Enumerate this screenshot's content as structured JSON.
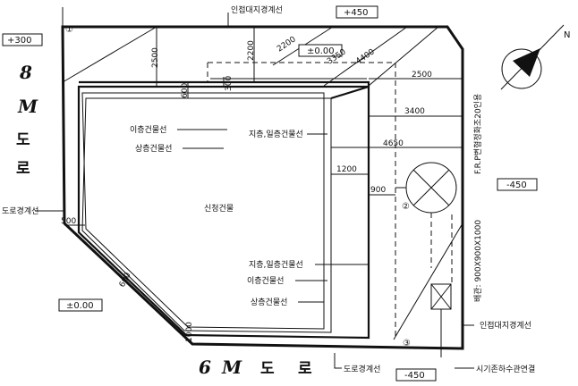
{
  "labels": {
    "adjacent_boundary_top": "인접대지경계선",
    "adjacent_boundary_right": "인접대지경계선",
    "road_boundary_left": "도로경계선",
    "road_boundary_bottom": "도로경계선",
    "first_floor_line_top": "지층,일층건물선",
    "first_floor_line_bottom": "지층,일층건물선",
    "second_floor_line_top": "이층건물선",
    "second_floor_line_bottom": "이층건물선",
    "upper_floor_line_top": "상층건물선",
    "upper_floor_line_bottom": "상층건물선",
    "new_building": "신청건물",
    "frp_tank": "F.R.P변형정화조20인용",
    "sewer_pipe": "배관: 900X900X1000",
    "sewer_connection": "시기존하수관연결"
  },
  "elevations": {
    "top_left": "+300",
    "top_center": "+450",
    "top_middle": "±0.00",
    "right": "-450",
    "left_bottom": "±0.00",
    "bottom_right": "-450"
  },
  "dimensions": {
    "d2500_left": "2500",
    "d2200_mid": "2200",
    "d2200_diag": "2200",
    "d3350": "3350",
    "d4400": "4400",
    "d2500_right": "2500",
    "d3400": "3400",
    "d4650": "4650",
    "d1200": "1200",
    "d900": "900",
    "d600": "600",
    "d300": "300",
    "d500_left": "500",
    "d600_diag": "600",
    "d1000_corner": "1000"
  },
  "points": {
    "p1": "①",
    "p2": "②",
    "p3": "③"
  },
  "roads": {
    "left_road_number": "8",
    "left_road_m": "M",
    "left_road_do": "도",
    "left_road_ro": "로",
    "bottom_road_number": "6",
    "bottom_road_m": "M",
    "bottom_road_do": "도",
    "bottom_road_ro": "로"
  },
  "north": {
    "label": "N"
  }
}
